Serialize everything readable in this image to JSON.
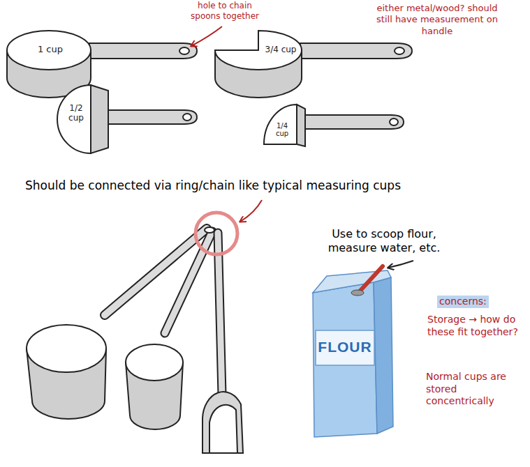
{
  "diagram": {
    "nodes": [
      {
        "text": [
          "1 cup"
        ]
      },
      {
        "text": [
          "3/4 cup"
        ]
      },
      {
        "text": [
          "1/2 cup"
        ]
      },
      {
        "text": [
          "1/4 cup"
        ]
      },
      {
        "text": [
          "FLOUR"
        ]
      }
    ],
    "labels": [
      "hole to chain spoons together",
      "either metal/wood? should still have measurement on handle",
      "Should be connected via ring/chain like typical measuring cups",
      "Use to scoop flour, measure water, etc.",
      "concerns:",
      "Storage → how do these fit together?",
      "Normal cups are stored concentrically"
    ]
  }
}
